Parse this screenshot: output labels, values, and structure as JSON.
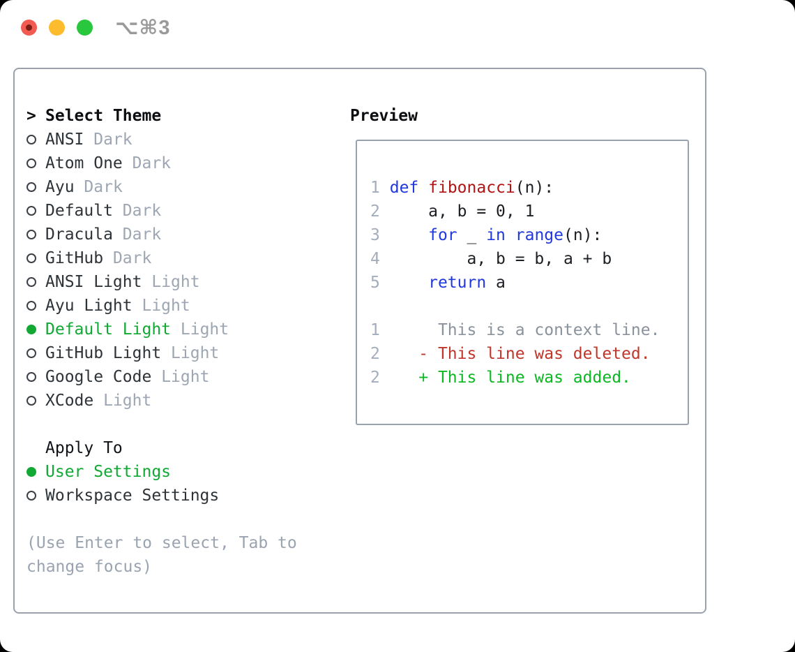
{
  "window": {
    "title": "⌥⌘3",
    "buttons": {
      "close": "close",
      "minimize": "minimize",
      "zoom": "zoom"
    }
  },
  "theme_panel": {
    "select_marker": ">",
    "select_label": "Select Theme",
    "themes": [
      {
        "name": "ANSI",
        "variant": "Dark",
        "selected": false
      },
      {
        "name": "Atom One",
        "variant": "Dark",
        "selected": false
      },
      {
        "name": "Ayu",
        "variant": "Dark",
        "selected": false
      },
      {
        "name": "Default",
        "variant": "Dark",
        "selected": false
      },
      {
        "name": "Dracula",
        "variant": "Dark",
        "selected": false
      },
      {
        "name": "GitHub",
        "variant": "Dark",
        "selected": false
      },
      {
        "name": "ANSI Light",
        "variant": "Light",
        "selected": false
      },
      {
        "name": "Ayu Light",
        "variant": "Light",
        "selected": false
      },
      {
        "name": "Default Light",
        "variant": "Light",
        "selected": true
      },
      {
        "name": "GitHub Light",
        "variant": "Light",
        "selected": false
      },
      {
        "name": "Google Code",
        "variant": "Light",
        "selected": false
      },
      {
        "name": "XCode",
        "variant": "Light",
        "selected": false
      }
    ],
    "apply_to_label": "Apply To",
    "apply_options": [
      {
        "name": "User Settings",
        "selected": true
      },
      {
        "name": "Workspace Settings",
        "selected": false
      }
    ],
    "help_text": "(Use Enter to select, Tab to change focus)"
  },
  "preview": {
    "label": "Preview",
    "code_lines": [
      [
        {
          "c": "num",
          "t": "1"
        },
        {
          "c": "pl",
          "t": " "
        },
        {
          "c": "kw",
          "t": "def"
        },
        {
          "c": "pl",
          "t": " "
        },
        {
          "c": "fn",
          "t": "fibonacci"
        },
        {
          "c": "pl",
          "t": "(n):"
        }
      ],
      [
        {
          "c": "num",
          "t": "2"
        },
        {
          "c": "pl",
          "t": "     a, b = 0, 1"
        }
      ],
      [
        {
          "c": "num",
          "t": "3"
        },
        {
          "c": "pl",
          "t": "     "
        },
        {
          "c": "kw",
          "t": "for"
        },
        {
          "c": "pl",
          "t": " _ "
        },
        {
          "c": "kw",
          "t": "in"
        },
        {
          "c": "pl",
          "t": " "
        },
        {
          "c": "kw",
          "t": "range"
        },
        {
          "c": "pl",
          "t": "(n):"
        }
      ],
      [
        {
          "c": "num",
          "t": "4"
        },
        {
          "c": "pl",
          "t": "         a, b = b, a + b"
        }
      ],
      [
        {
          "c": "num",
          "t": "5"
        },
        {
          "c": "pl",
          "t": "     "
        },
        {
          "c": "kw",
          "t": "return"
        },
        {
          "c": "pl",
          "t": " a"
        }
      ]
    ],
    "diff_lines": [
      [
        {
          "c": "num",
          "t": "1"
        },
        {
          "c": "ctx",
          "t": "      This is a context line."
        }
      ],
      [
        {
          "c": "num",
          "t": "2"
        },
        {
          "c": "del",
          "t": "    - This line was deleted."
        }
      ],
      [
        {
          "c": "num",
          "t": "2"
        },
        {
          "c": "add",
          "t": "    + This line was added."
        }
      ]
    ]
  },
  "colors": {
    "selected_green": "#12a834",
    "added_green": "#0bb822",
    "deleted_red": "#c0362a",
    "keyword_blue": "#2138dd",
    "function_red": "#b01414",
    "muted_gray": "#9da6b2",
    "line_number_gray": "#a3adbb",
    "help_gray": "#9aa3b0",
    "panel_border": "#99a1ad",
    "text_dark": "#2e3338",
    "traffic_red": "#f25b52",
    "traffic_yellow": "#fdbc2e",
    "traffic_green": "#29c73e"
  }
}
